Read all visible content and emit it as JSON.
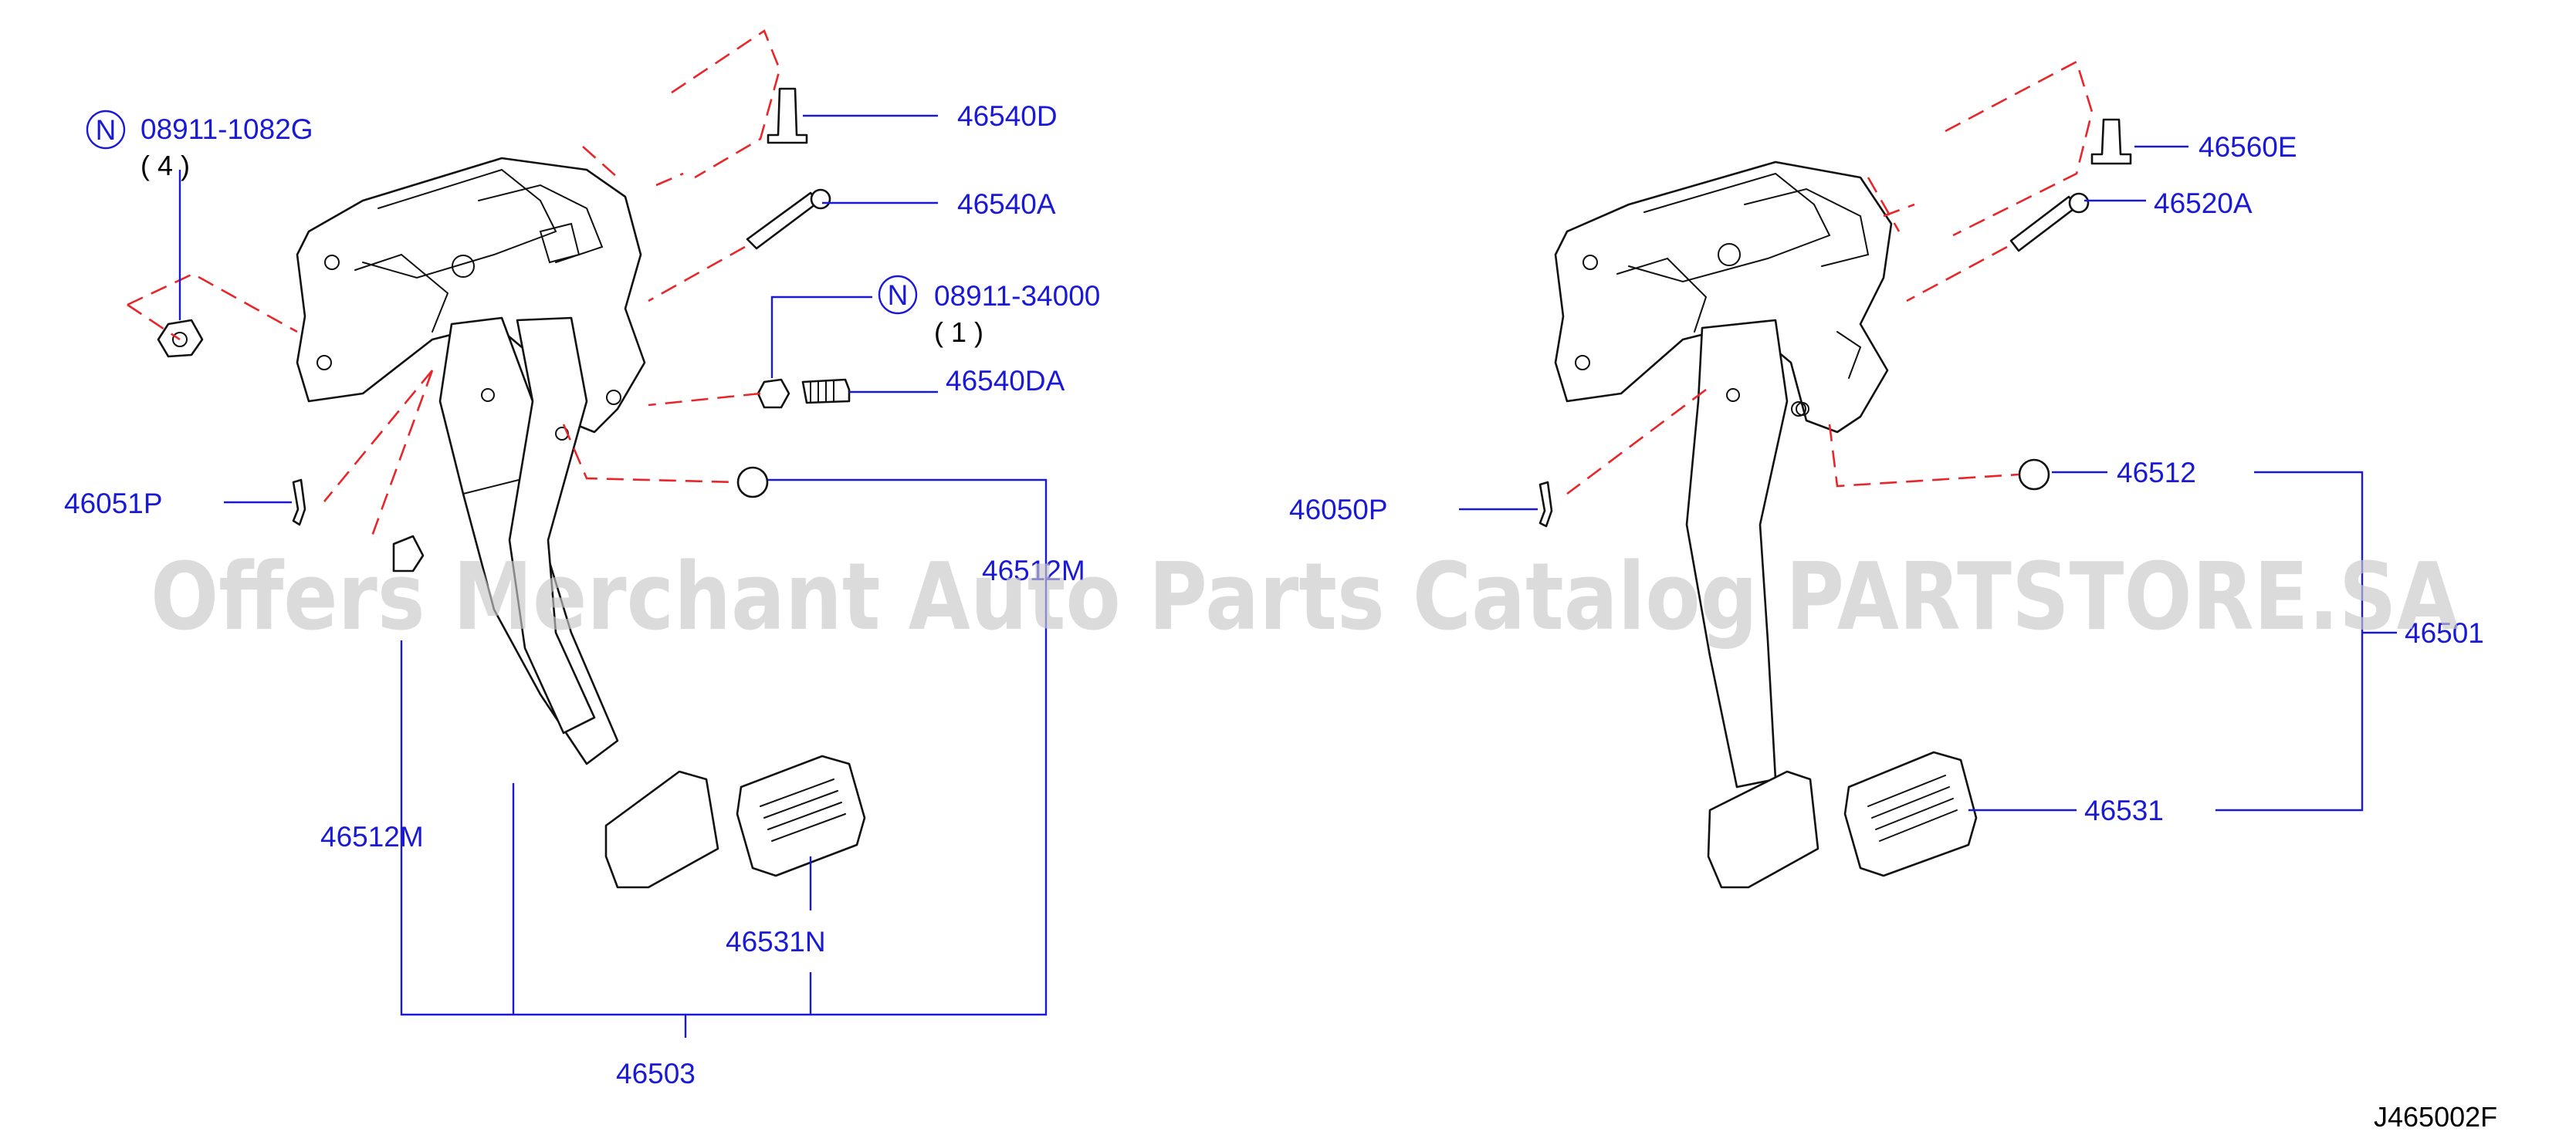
{
  "labels": {
    "nut_left": "08911-1082G",
    "nut_left_qty": "( 4 )",
    "nut_mid": "08911-34000",
    "nut_mid_qty": "( 1 )",
    "n_symbol": "N",
    "l_46540D": "46540D",
    "l_46540A": "46540A",
    "l_46540DA": "46540DA",
    "l_46051P": "46051P",
    "l_46512M_top": "46512M",
    "l_46512M_left": "46512M",
    "l_46531N": "46531N",
    "l_46503": "46503",
    "l_46560E": "46560E",
    "l_46520A": "46520A",
    "l_46050P": "46050P",
    "l_46512": "46512",
    "l_46501": "46501",
    "l_46531": "46531"
  },
  "watermark": "Offers Merchant Auto Parts Catalog PARTSTORE.SA",
  "diagram_code": "J465002F",
  "colors": {
    "label": "#1a1ad6",
    "dashed": "#e8262a",
    "outline": "#111111",
    "watermark": "#c8c8c8"
  }
}
